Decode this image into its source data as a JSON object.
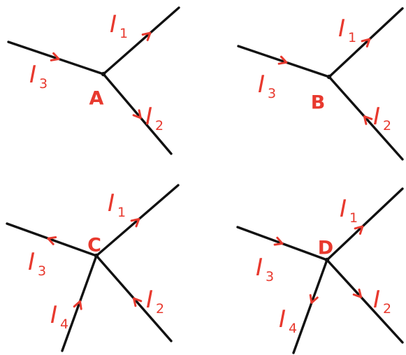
{
  "colors": {
    "wire": "#111111",
    "label": "#e8392e"
  },
  "current_symbol": "I",
  "junctions": [
    {
      "label": "A",
      "branches": [
        {
          "sub": "1",
          "direction": "outgoing"
        },
        {
          "sub": "2",
          "direction": "outgoing"
        },
        {
          "sub": "3",
          "direction": "incoming"
        }
      ]
    },
    {
      "label": "B",
      "branches": [
        {
          "sub": "1",
          "direction": "outgoing"
        },
        {
          "sub": "2",
          "direction": "incoming"
        },
        {
          "sub": "3",
          "direction": "incoming"
        }
      ]
    },
    {
      "label": "C",
      "branches": [
        {
          "sub": "1",
          "direction": "outgoing"
        },
        {
          "sub": "2",
          "direction": "incoming"
        },
        {
          "sub": "3",
          "direction": "outgoing"
        },
        {
          "sub": "4",
          "direction": "incoming"
        }
      ]
    },
    {
      "label": "D",
      "branches": [
        {
          "sub": "1",
          "direction": "outgoing"
        },
        {
          "sub": "2",
          "direction": "outgoing"
        },
        {
          "sub": "3",
          "direction": "incoming"
        },
        {
          "sub": "4",
          "direction": "outgoing"
        }
      ]
    }
  ]
}
